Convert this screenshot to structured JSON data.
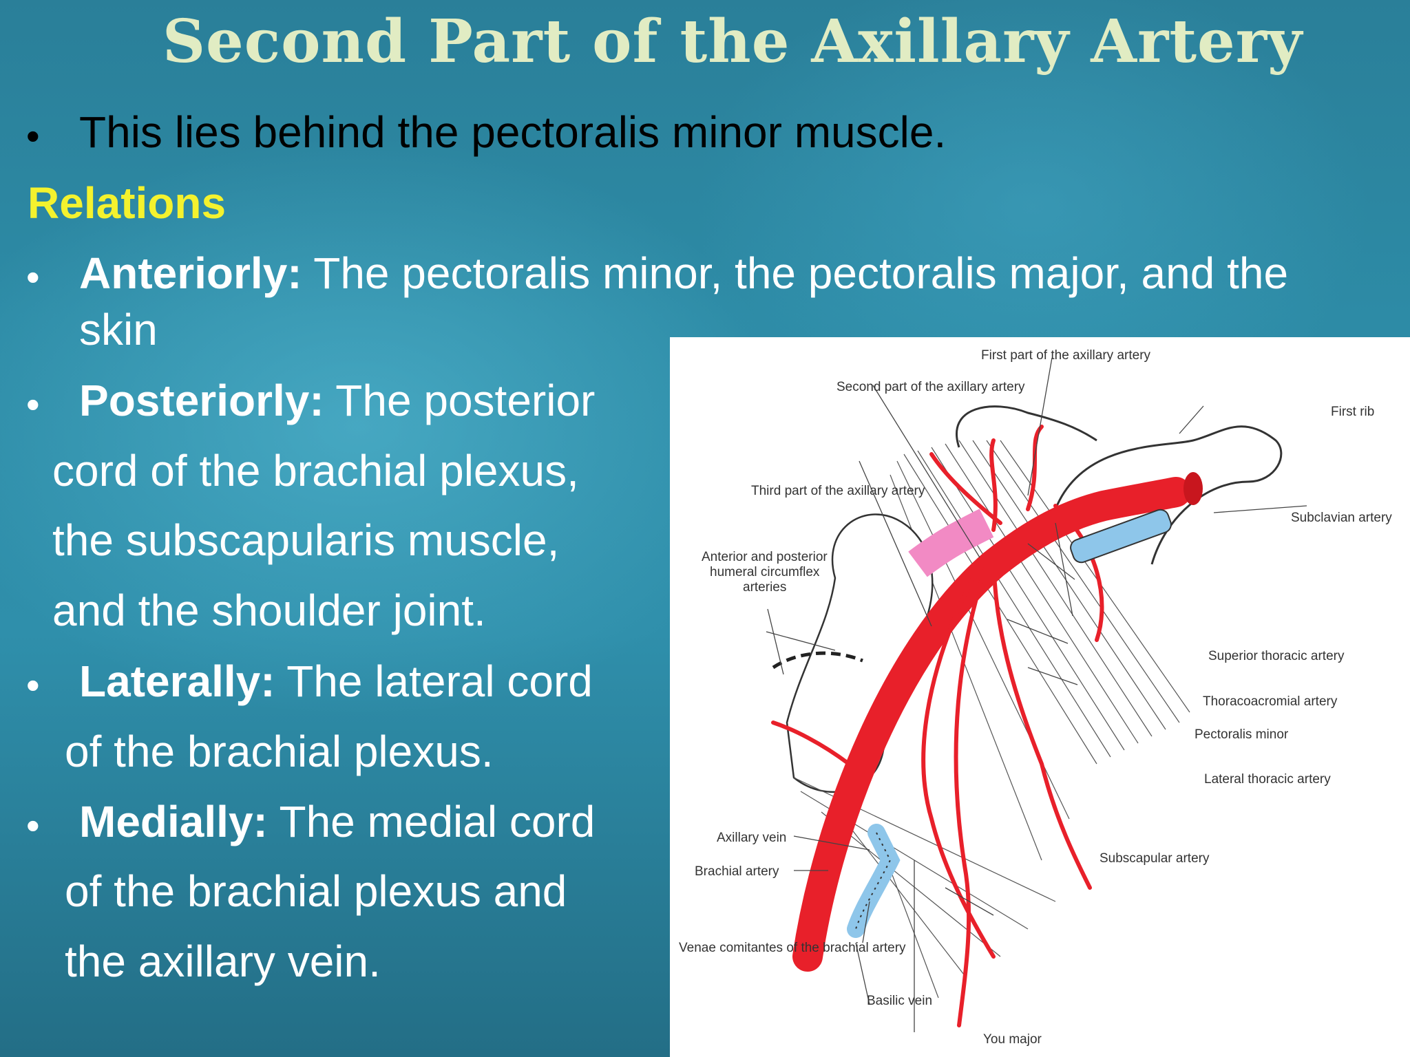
{
  "title": "Second Part of the Axillary Artery",
  "intro": "This lies behind the pectoralis minor muscle.",
  "relations_heading": "Relations",
  "relations": {
    "anterior": {
      "term": "Anteriorly:",
      "line1": "The pectoralis minor, the pectoralis  major, and the",
      "line2": "skin"
    },
    "posterior": {
      "term": "Posteriorly:",
      "line1": "The posterior",
      "line2": "cord of the brachial  plexus,",
      "line3": "the subscapularis muscle,",
      "line4": "and the shoulder  joint."
    },
    "lateral": {
      "term": "Laterally:",
      "line1": "The lateral cord",
      "line2": "of the brachial plexus."
    },
    "medial": {
      "term": "Medially:",
      "line1": "The medial cord",
      "line2": "of the brachial plexus and",
      "line3": "the axillary vein."
    }
  },
  "bullet_char": "•",
  "diagram_labels": {
    "first_part": "First part of the axillary artery",
    "second_part": "Second part of the axillary artery",
    "first_rib": "First rib",
    "third_part": "Third part of the axillary artery",
    "subclavian": "Subclavian artery",
    "circumflex_1": "Anterior and posterior",
    "circumflex_2": "humeral circumflex",
    "circumflex_3": "arteries",
    "superior_thoracic": "Superior thoracic artery",
    "thoracoacromial": "Thoracoacromial artery",
    "pectoralis_minor": "Pectoralis minor",
    "lateral_thoracic": "Lateral thoracic artery",
    "axillary_vein": "Axillary vein",
    "brachial_artery": "Brachial artery",
    "subscapular": "Subscapular artery",
    "venae": "Venae comitantes of the brachial artery",
    "basilic": "Basilic vein",
    "teres_major": "You major"
  },
  "colors": {
    "artery": "#e8202a",
    "vein": "#8ec6ea",
    "title": "#e1ecc3",
    "relations": "#f4f22e"
  }
}
